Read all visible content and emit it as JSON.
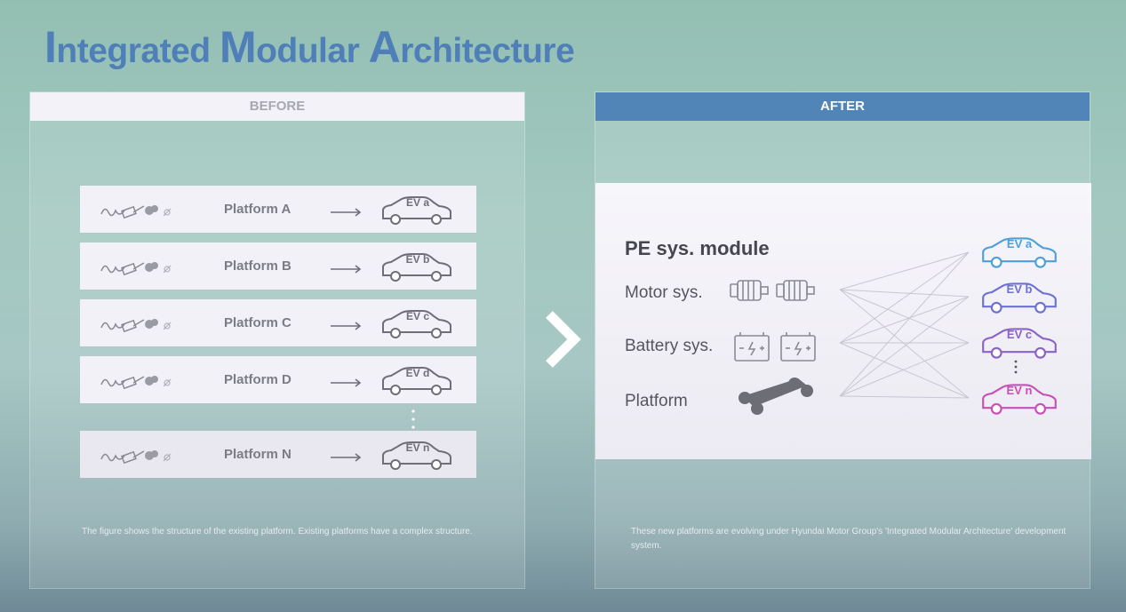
{
  "title": {
    "initials": [
      "I",
      "M",
      "A"
    ],
    "rests": [
      "ntegrated ",
      "odular ",
      "rchitecture"
    ]
  },
  "before": {
    "header": "BEFORE",
    "rows": [
      {
        "platform": "Platform A",
        "ev": "EV a"
      },
      {
        "platform": "Platform B",
        "ev": "EV b"
      },
      {
        "platform": "Platform C",
        "ev": "EV c"
      },
      {
        "platform": "Platform D",
        "ev": "EV d"
      },
      {
        "platform": "Platform N",
        "ev": "EV n"
      }
    ],
    "caption": "The figure shows the structure of the existing platform. Existing platforms have a complex structure."
  },
  "after": {
    "header": "AFTER",
    "module_heading": "PE sys. module",
    "labels": {
      "motor": "Motor sys.",
      "battery": "Battery sys.",
      "platform": "Platform"
    },
    "evs": [
      {
        "label": "EV a",
        "color": "#4f9fd8"
      },
      {
        "label": "EV b",
        "color": "#6c72cf"
      },
      {
        "label": "EV c",
        "color": "#8b62c9"
      },
      {
        "label": "EV n",
        "color": "#c94fb8"
      }
    ],
    "caption": "These new platforms are evolving under Hyundai Motor Group's 'Integrated Modular Architecture' development system."
  },
  "colors": {
    "title": "#4f7fb8",
    "after_header": "#5185b7",
    "before_header_bg": "#f3f2f8",
    "gray_icon": "#8a8a94"
  }
}
